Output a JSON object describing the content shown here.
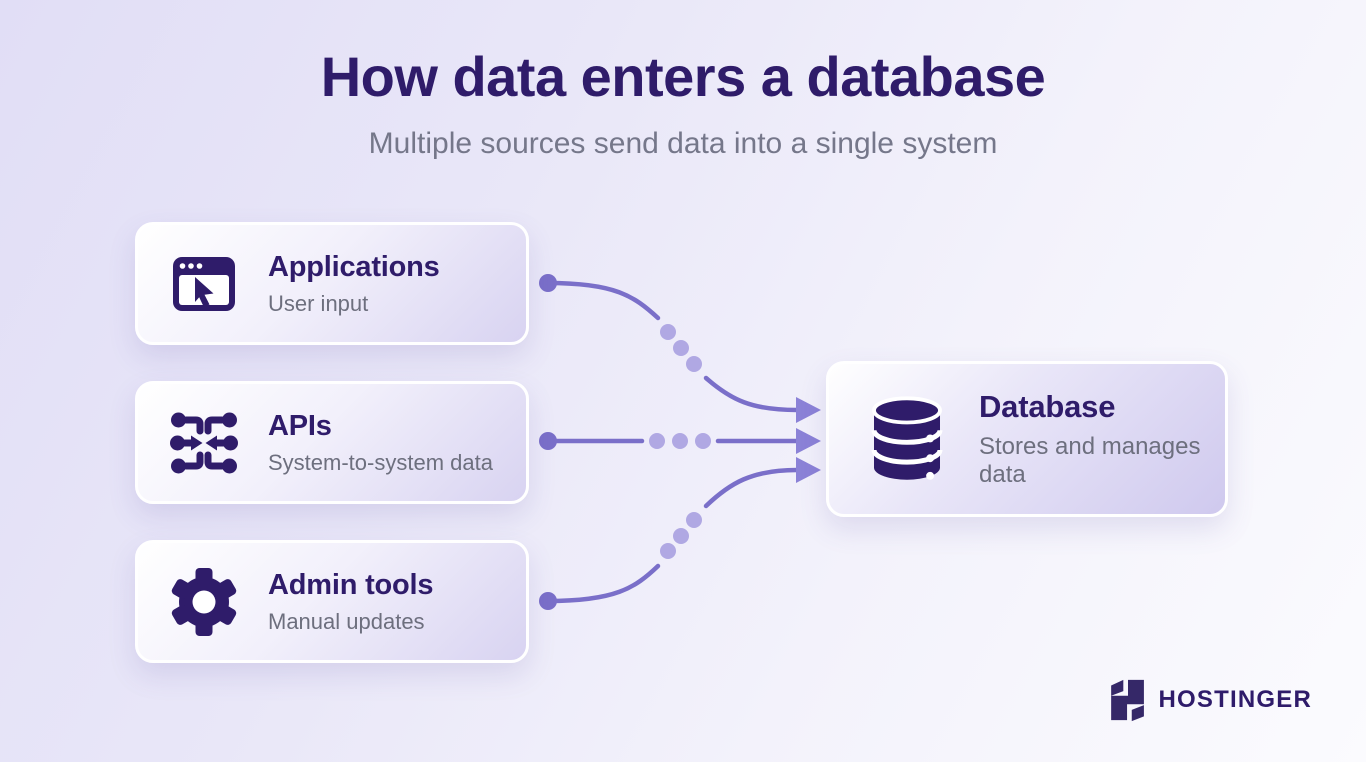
{
  "header": {
    "title": "How data enters a database",
    "subtitle": "Multiple sources send data into a single system"
  },
  "sources": [
    {
      "title": "Applications",
      "subtitle": "User input",
      "icon": "browser-cursor-icon"
    },
    {
      "title": "APIs",
      "subtitle": "System-to-system data",
      "icon": "api-icon"
    },
    {
      "title": "Admin tools",
      "subtitle": "Manual updates",
      "icon": "gear-icon"
    }
  ],
  "target": {
    "title": "Database",
    "subtitle": "Stores and manages data",
    "icon": "database-icon"
  },
  "branding": {
    "logo_text": "HOSTINGER",
    "logo_icon": "hostinger-h-icon"
  },
  "colors": {
    "heading": "#2F1C6A",
    "subtitle_gray": "#75778a",
    "icon_purple": "#2F1C6A",
    "connector_line": "#7A6FC9",
    "connector_dot": "#B0A8E3",
    "arrowhead": "#8B82D7",
    "card_gradient_end": "#D8D3F1",
    "background_start": "#E1DEF6"
  }
}
